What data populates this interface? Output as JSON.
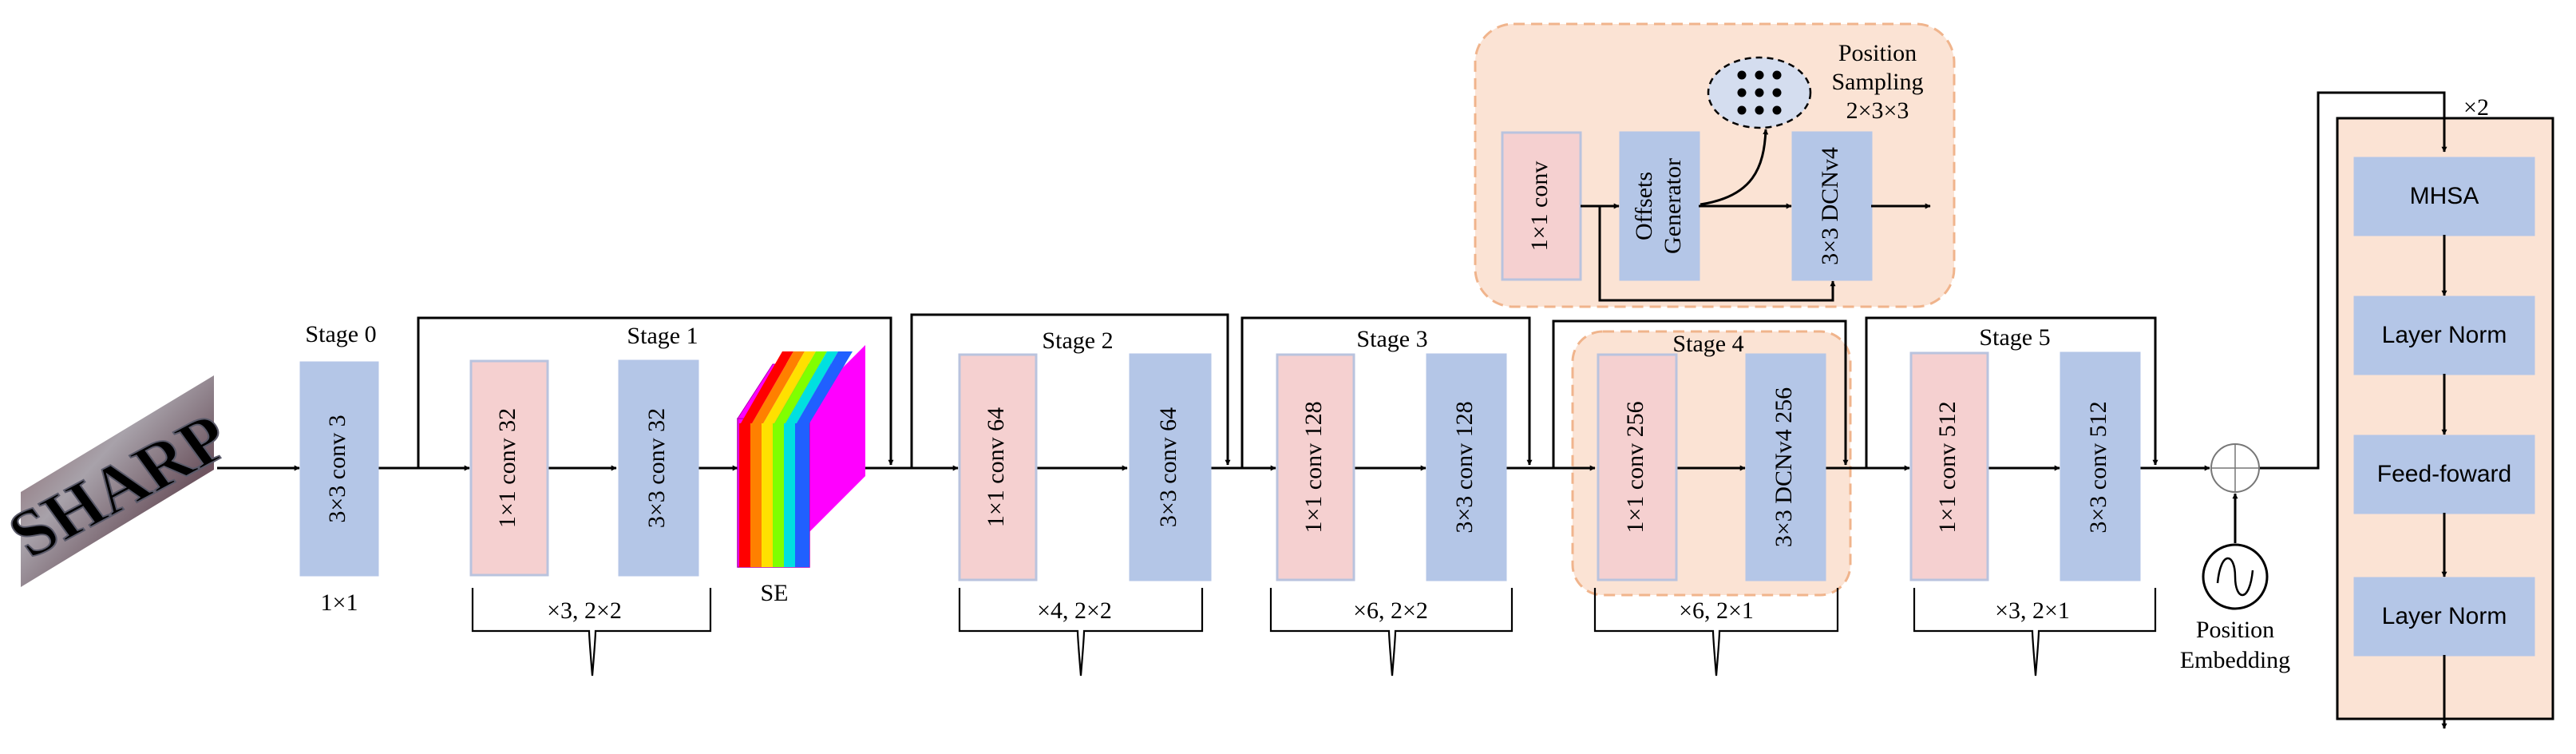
{
  "stages": {
    "s0": "Stage 0",
    "s1": "Stage 1",
    "s2": "Stage 2",
    "s3": "Stage 3",
    "s4": "Stage 4",
    "s5": "Stage 5"
  },
  "blocks": {
    "s0_conv": "3×3 conv 3",
    "s1_a": "1×1 conv 32",
    "s1_b": "3×3 conv 32",
    "s2_a": "1×1 conv 64",
    "s2_b": "3×3 conv 64",
    "s3_a": "1×1 conv 128",
    "s3_b": "3×3 conv 128",
    "s4_a": "1×1 conv 256",
    "s4_b": "3×3 DCNv4 256",
    "s5_a": "1×1 conv 512",
    "s5_b": "3×3 conv 512",
    "d_conv": "1×1 conv",
    "d_offsets_1": "Offsets",
    "d_offsets_2": "Generator",
    "d_dcn": "3×3 DCNv4"
  },
  "repeats": {
    "s0": "1×1",
    "s1": "×3, 2×2",
    "s2": "×4, 2×2",
    "s3": "×6, 2×2",
    "s4": "×6, 2×1",
    "s5": "×3, 2×1"
  },
  "se_label": "SE",
  "sampling": {
    "line1": "Position",
    "line2": "Sampling",
    "line3": "2×3×3"
  },
  "position_embedding": {
    "line1": "Position",
    "line2": "Embedding"
  },
  "transformer": {
    "repeat": "×2",
    "mhsa": "MHSA",
    "norm1": "Layer Norm",
    "ffn": "Feed-foward",
    "norm2": "Layer Norm"
  },
  "input_image_text": "SHARP",
  "colors": {
    "conv1x1_fill": "#f5d0d0",
    "conv3x3_fill": "#b4c6e7",
    "highlight_fill": "#fbe3d4",
    "highlight_border": "#f0b48c"
  }
}
